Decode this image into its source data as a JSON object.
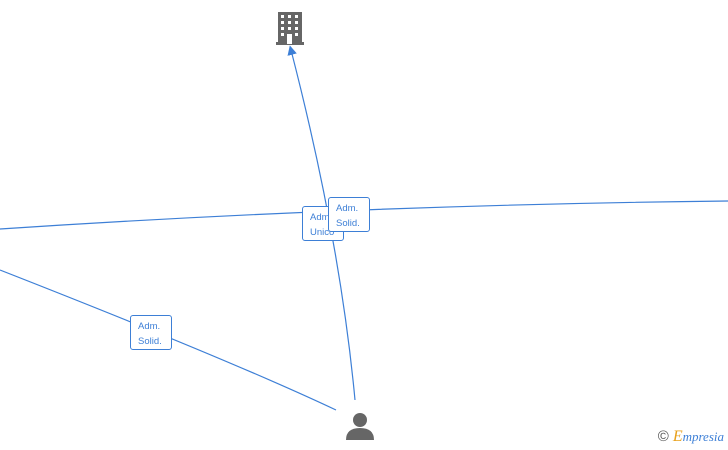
{
  "nodes": {
    "company_label": "",
    "person_label": ""
  },
  "edges": [
    {
      "label_line1": "Adm.",
      "label_line2": "Unico"
    },
    {
      "label_line1": "Adm.",
      "label_line2": "Solid."
    },
    {
      "label_line1": "Adm.",
      "label_line2": "Solid."
    }
  ],
  "colors": {
    "edge": "#3d7fd6",
    "icon": "#666666"
  },
  "watermark": {
    "copyright_symbol": "©",
    "brand_first": "E",
    "brand_rest": "mpresia"
  }
}
